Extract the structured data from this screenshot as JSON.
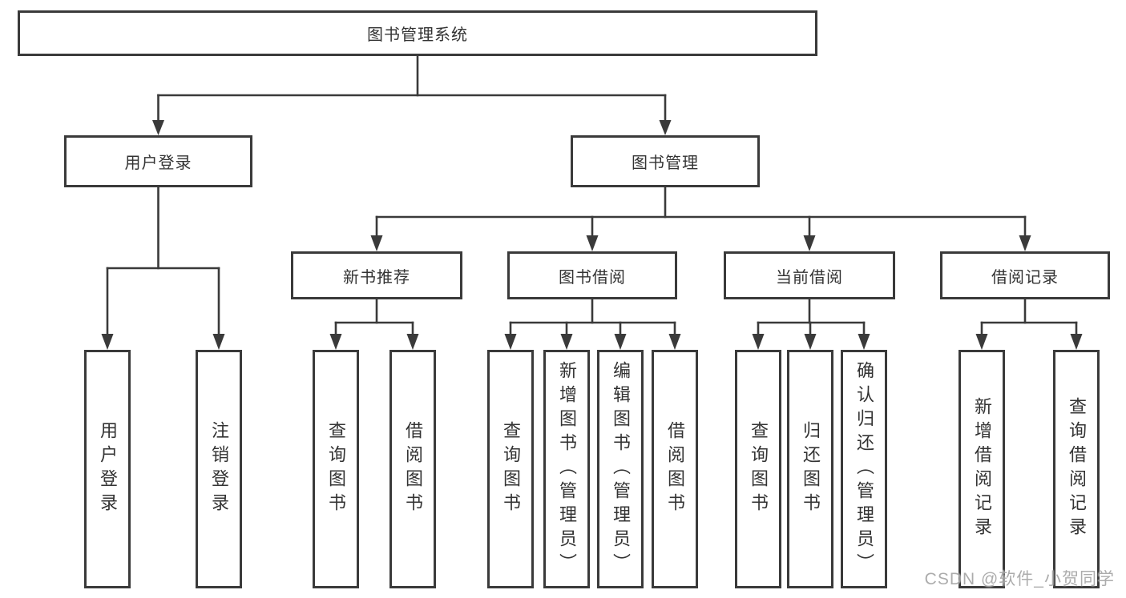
{
  "colors": {
    "line": "#3a3a3a",
    "border": "#3a3a3a",
    "text": "#333333",
    "background": "#ffffff",
    "watermark": "#9e9e9e"
  },
  "tree": {
    "root": "图书管理系统",
    "children": [
      {
        "label": "用户登录",
        "children": [
          "用户登录",
          "注销登录"
        ]
      },
      {
        "label": "图书管理",
        "children": [
          {
            "label": "新书推荐",
            "children": [
              "查询图书",
              "借阅图书"
            ]
          },
          {
            "label": "图书借阅",
            "children": [
              "查询图书",
              "新增图书（管理员）",
              "编辑图书（管理员）",
              "借阅图书"
            ]
          },
          {
            "label": "当前借阅",
            "children": [
              "查询图书",
              "归还图书",
              "确认归还（管理员）"
            ]
          },
          {
            "label": "借阅记录",
            "children": [
              "新增借阅记录",
              "查询借阅记录"
            ]
          }
        ]
      }
    ]
  },
  "watermark": {
    "text": "CSDN @软件_小贺同学"
  }
}
